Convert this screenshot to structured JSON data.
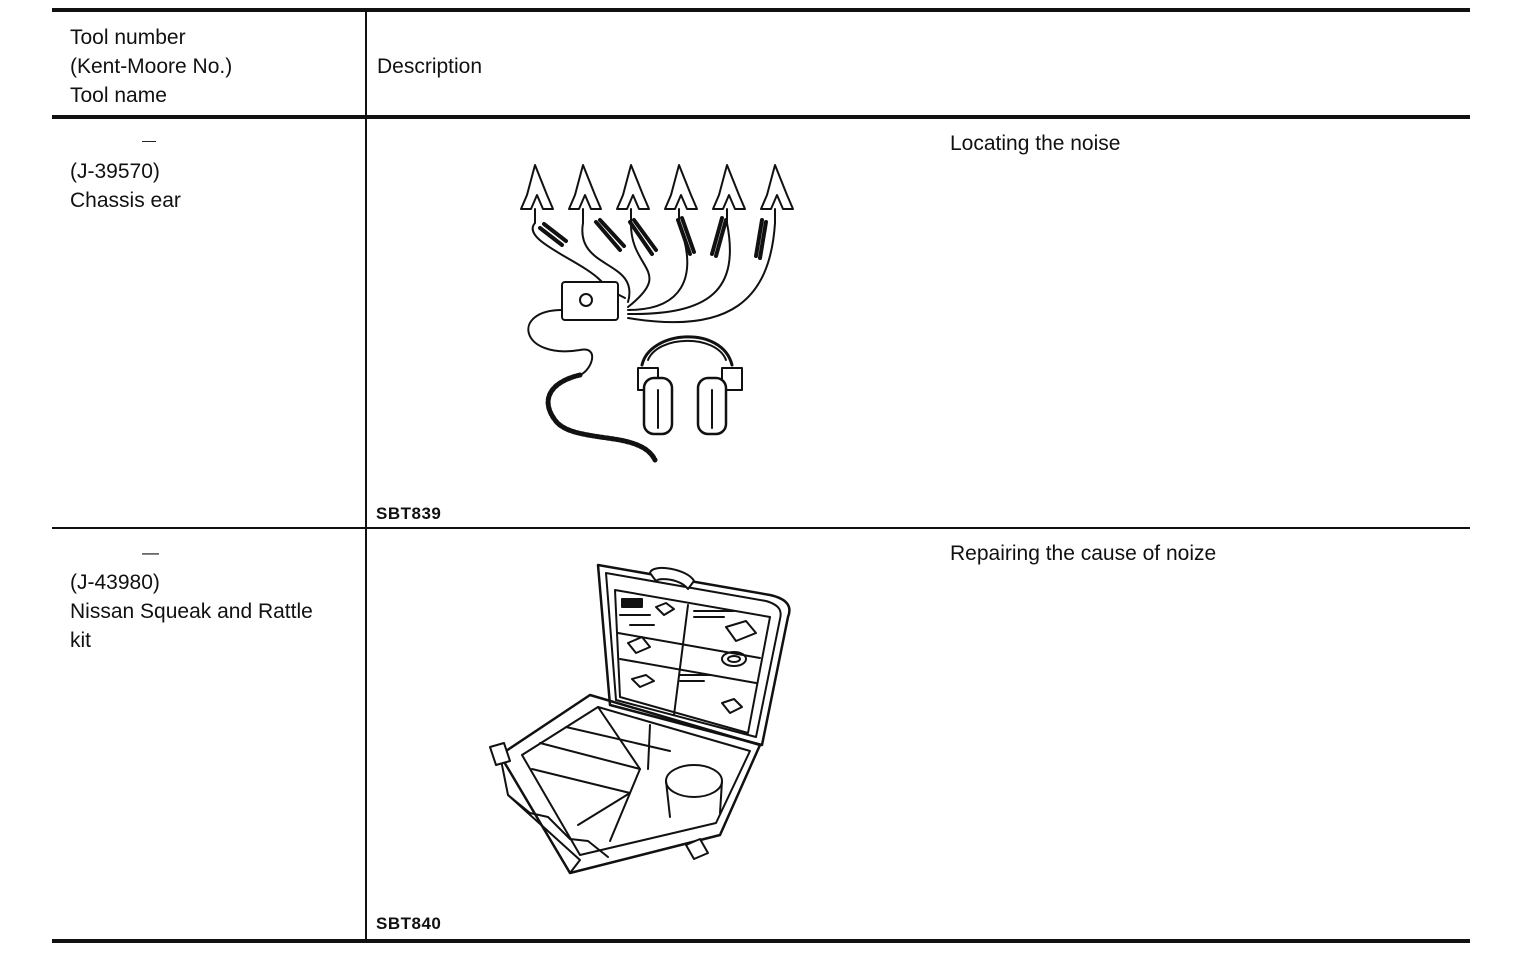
{
  "header": {
    "col1_line1": "Tool number",
    "col1_line2": "(Kent-Moore No.)",
    "col1_line3": "Tool name",
    "col2": "Description"
  },
  "rows": [
    {
      "tool_number": "—",
      "kent_moore": "(J-39570)",
      "tool_name": "Chassis ear",
      "figure_code": "SBT839",
      "description": "Locating the noise"
    },
    {
      "tool_number": "—",
      "kent_moore": "(J-43980)",
      "tool_name_line1": "Nissan Squeak and Rattle",
      "tool_name_line2": "kit",
      "figure_code": "SBT840",
      "description": "Repairing the cause of noize"
    }
  ]
}
